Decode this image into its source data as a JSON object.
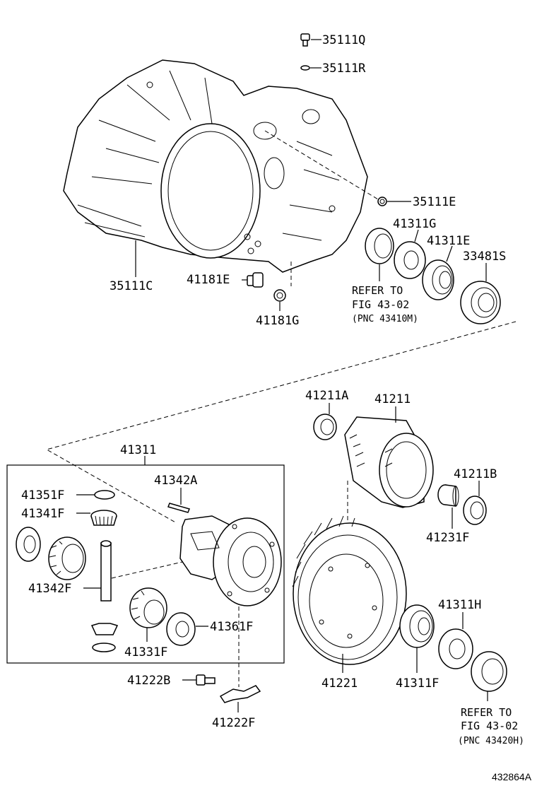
{
  "labels": {
    "p35111Q": "35111Q",
    "p35111R": "35111R",
    "p35111E": "35111E",
    "p35111C": "35111C",
    "p41181E": "41181E",
    "p41181G": "41181G",
    "p41311G": "41311G",
    "p41311E": "41311E",
    "p33481S": "33481S",
    "p41211A": "41211A",
    "p41211": "41211",
    "p41211B": "41211B",
    "p41231F": "41231F",
    "p41311": "41311",
    "p41342A": "41342A",
    "p41351F": "41351F",
    "p41341F": "41341F",
    "p41342F": "41342F",
    "p41361F": "41361F",
    "p41331F": "41331F",
    "p41221": "41221",
    "p41311H": "41311H",
    "p41311F": "41311F",
    "p41222B": "41222B",
    "p41222F": "41222F"
  },
  "refs": {
    "ref1_line1": "REFER TO",
    "ref1_line2": "FIG 43-02",
    "ref1_line3": "(PNC 43410M)",
    "ref2_line1": "REFER TO",
    "ref2_line2": "FIG 43-02",
    "ref2_line3": "(PNC 43420H)"
  },
  "illustration_id": "432864A"
}
